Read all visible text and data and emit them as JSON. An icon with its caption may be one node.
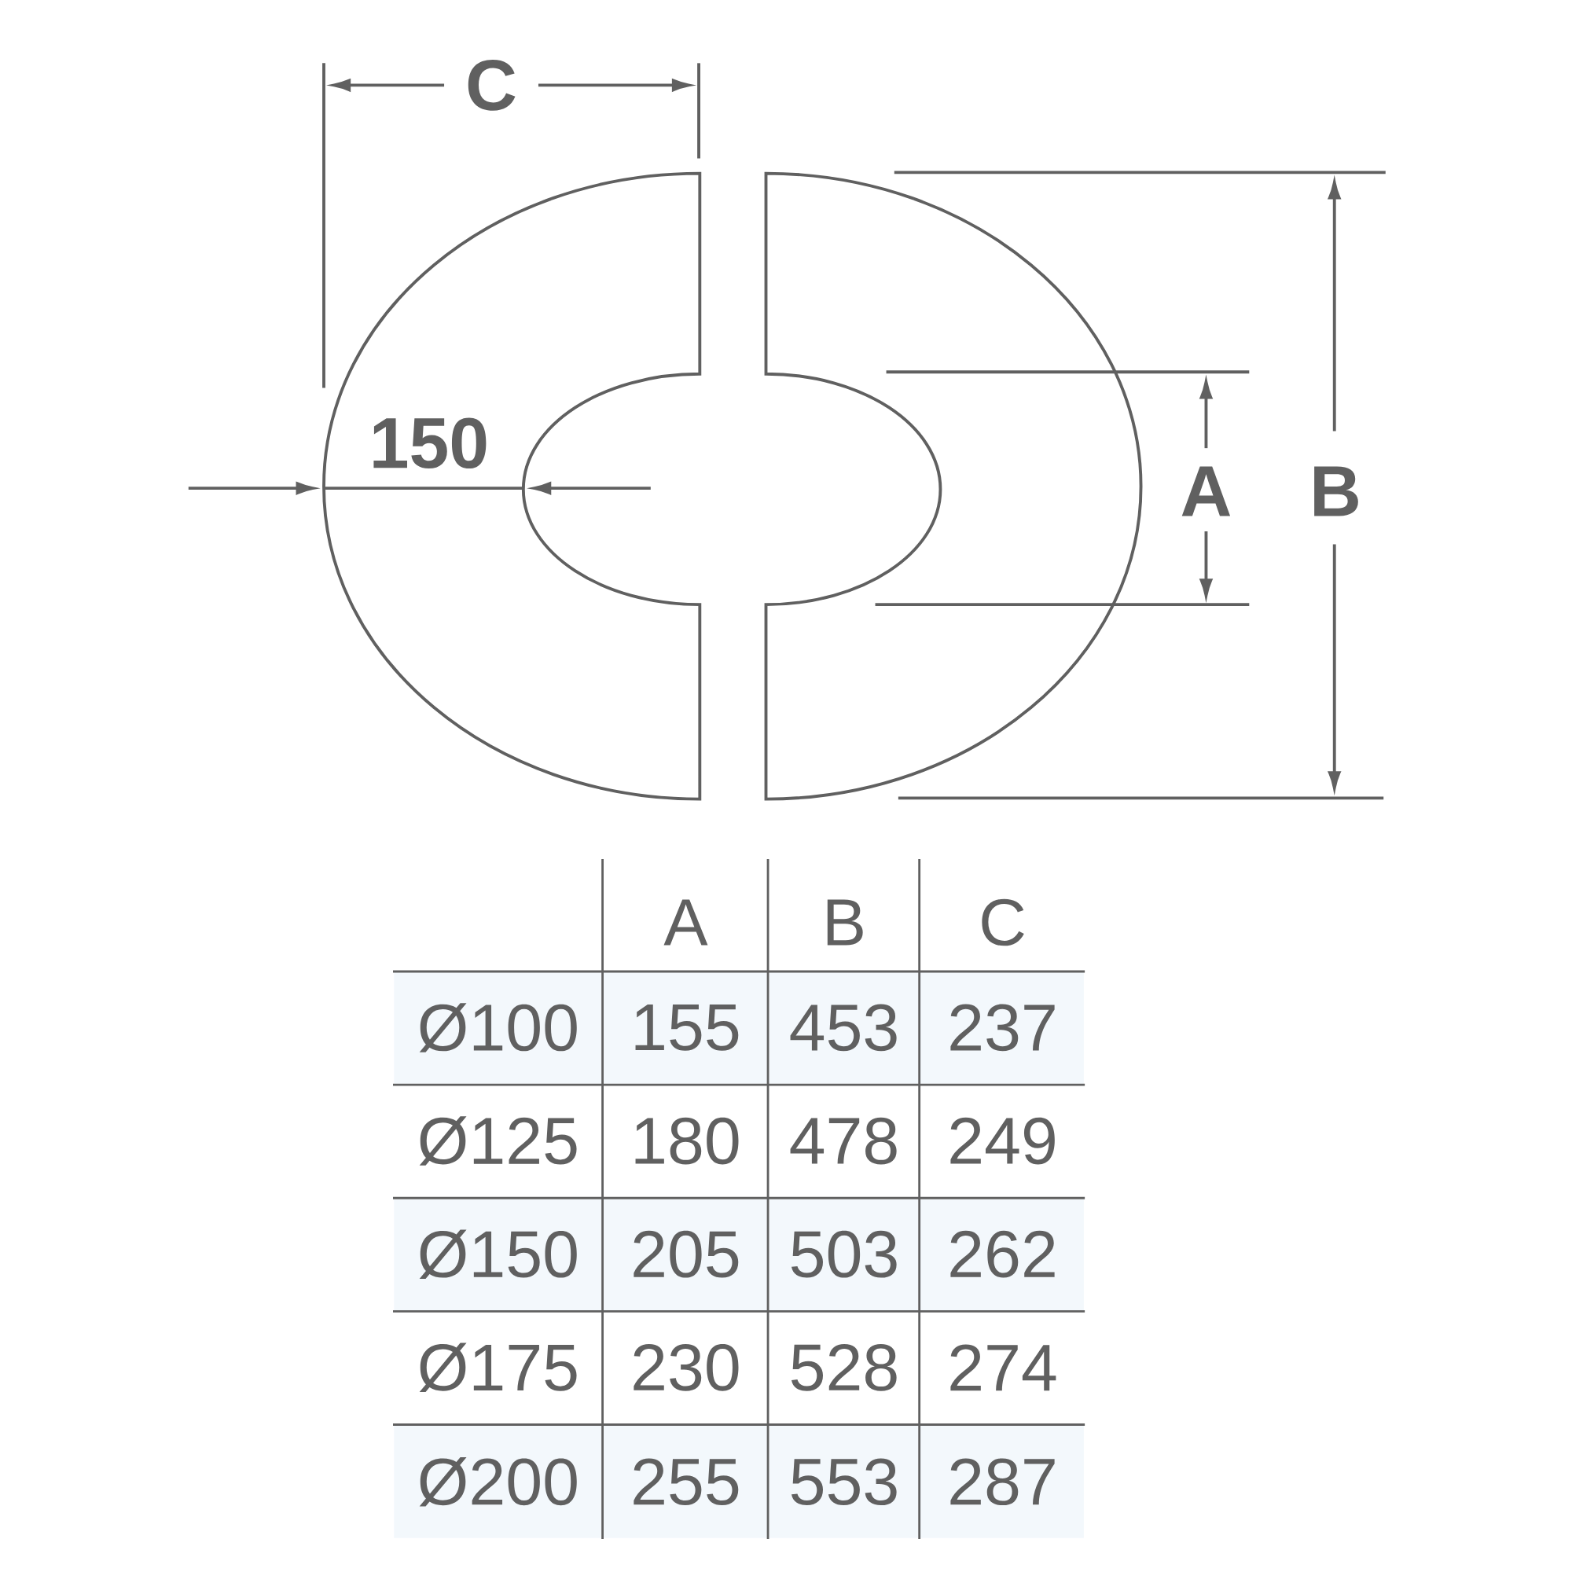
{
  "diagram": {
    "labels": [
      "C",
      "150",
      "A",
      "B",
      "A",
      "B",
      "C",
      "Ø100",
      "155",
      "453",
      "237",
      "Ø125",
      "180",
      "478",
      "249",
      "Ø150",
      "205",
      "503",
      "262",
      "Ø175",
      "230",
      "528",
      "274",
      "Ø200",
      "255",
      "553",
      "287"
    ]
  }
}
